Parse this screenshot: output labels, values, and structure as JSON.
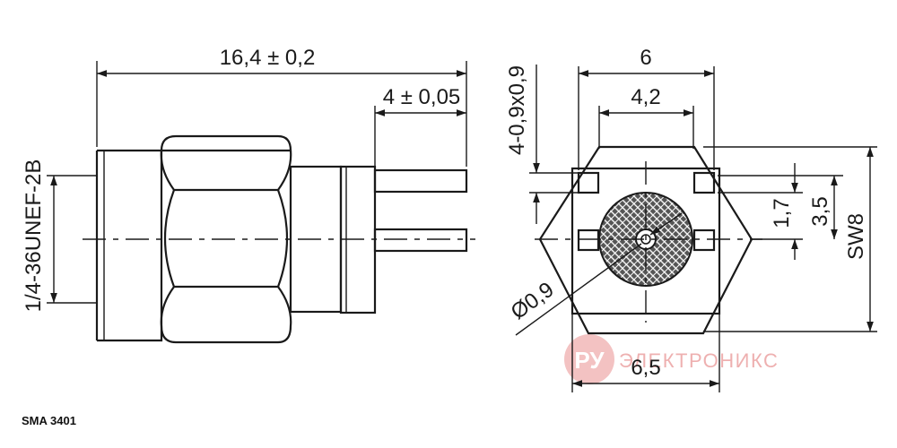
{
  "side_view": {
    "dim_total_length": "16,4 ± 0,2",
    "dim_pin_length": "4 ± 0,05",
    "dim_thread": "1/4-36UNEF-2B"
  },
  "front_view": {
    "dim_width": "6",
    "dim_pin_spacing": "4,2",
    "dim_pin_size": "4-0,9x0,9",
    "dim_pin_offset": "1,7",
    "dim_half_spacing": "3,5",
    "dim_wrench": "SW8",
    "dim_center_pin": "Ø0,9",
    "dim_flange": "6,5"
  },
  "watermark": {
    "logo_text": "РУ",
    "brand_text": "ЭЛЕКТРОНИКС"
  },
  "part_label": "SMA 3401",
  "colors": {
    "line": "#1a1a1a",
    "watermark": "#e8a0a0",
    "watermark_logo": "#f1b5b5"
  }
}
